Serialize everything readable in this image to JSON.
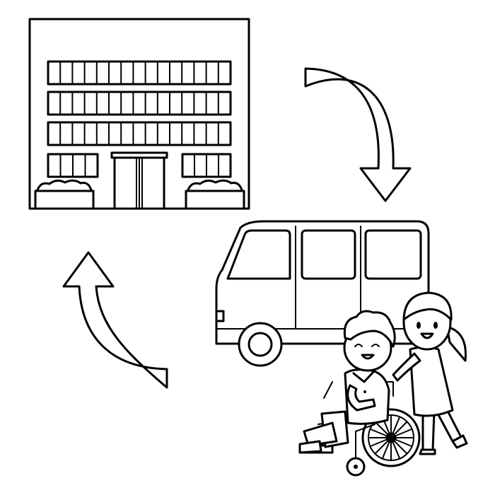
{
  "scene": {
    "background_color": "#ffffff",
    "line_color": "#000000",
    "layout": "cycle",
    "flow": [
      "building",
      "van",
      "caregiver-with-wheelchair"
    ],
    "elements": [
      {
        "name": "building",
        "icon": "building-icon"
      },
      {
        "name": "arrow-down",
        "icon": "curved-arrow-down-icon"
      },
      {
        "name": "van",
        "icon": "van-icon"
      },
      {
        "name": "caregiver-with-wheelchair",
        "icon": "wheelchair-caregiver-icon"
      },
      {
        "name": "arrow-up",
        "icon": "curved-arrow-up-icon"
      }
    ]
  }
}
